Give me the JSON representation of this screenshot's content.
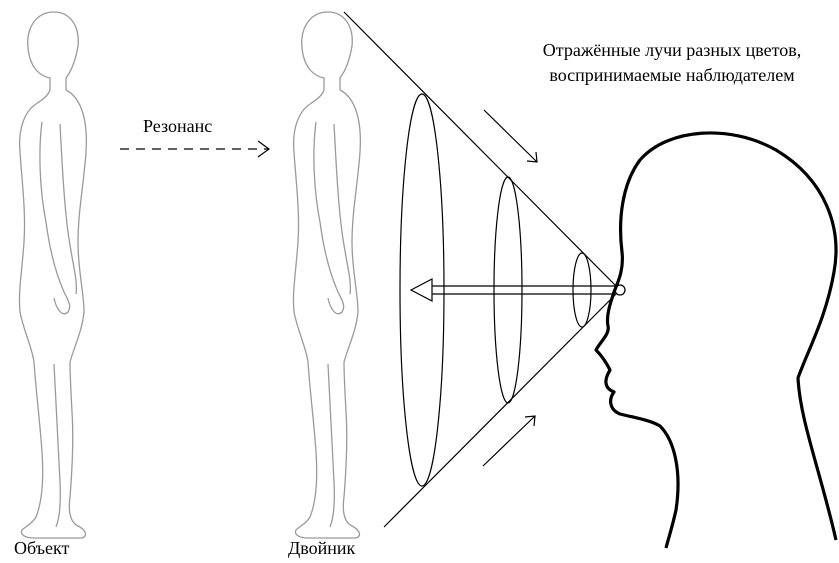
{
  "labels": {
    "object": "Объект",
    "double": "Двойник",
    "resonance": "Резонанс",
    "reflected_rays": "Отражённые лучи разных цветов, воспринимаемые наблюдателем"
  },
  "colors": {
    "line": "#000000",
    "figure_stroke": "#9a9a9a",
    "background": "#ffffff"
  },
  "icons": {
    "figure": "standing-human-side-view",
    "observer": "head-profile-silhouette"
  }
}
